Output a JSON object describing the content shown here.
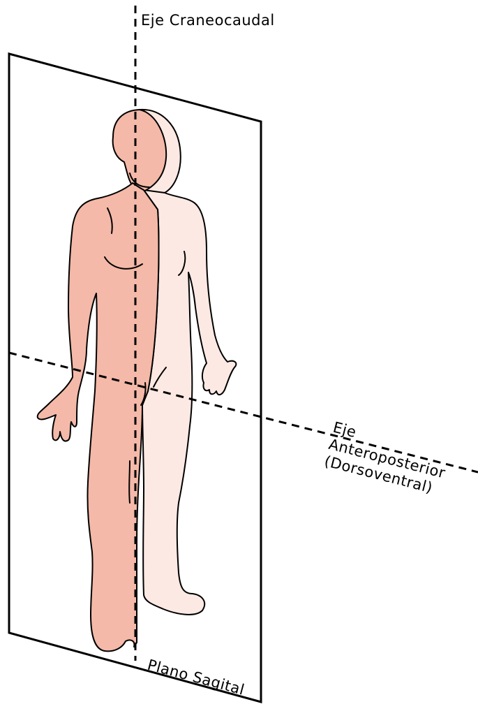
{
  "labels": {
    "cranio_caudal_axis": "Eje Craneocaudal",
    "antero_posterior_axis_line1": "Eje",
    "antero_posterior_axis_line2": "Anteroposterior",
    "antero_posterior_axis_line3": "(Dorsoventral)",
    "sagittal_plane": "Plano Sagital"
  },
  "colors": {
    "body_front_half": "#f4b9a8",
    "body_back_half": "#fde9e3",
    "outline": "#000000",
    "background": "#ffffff"
  }
}
